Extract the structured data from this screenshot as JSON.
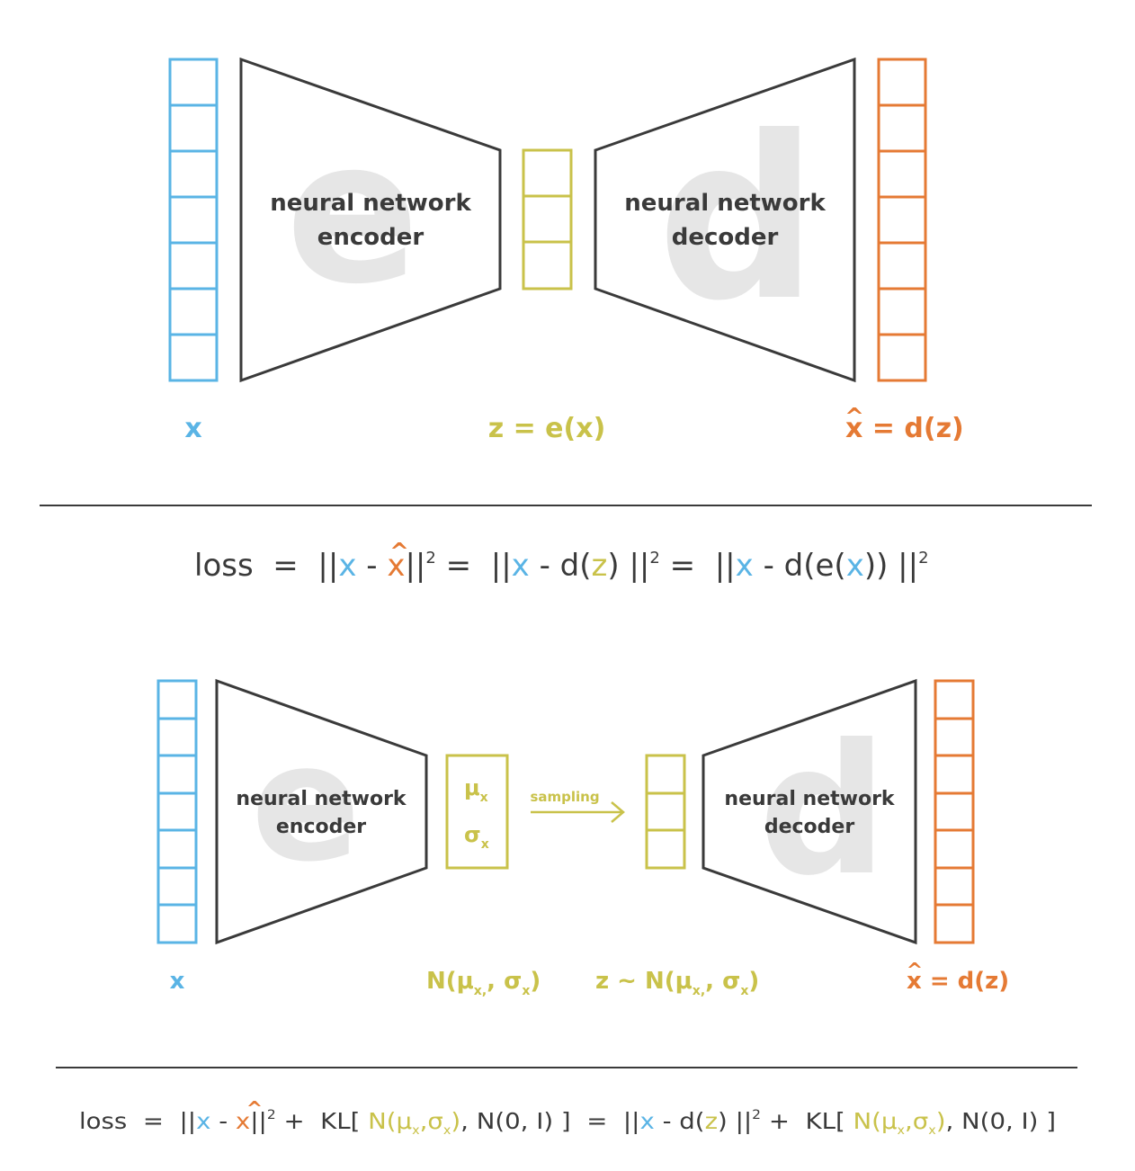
{
  "colors": {
    "input": "#5ab4e5",
    "latent": "#c9c24a",
    "output": "#e57a34",
    "dark": "#3a3a3a",
    "watermark": "#e6e6e6"
  },
  "top": {
    "encoder": {
      "line1": "neural network",
      "line2": "encoder",
      "watermark": "e"
    },
    "decoder": {
      "line1": "neural network",
      "line2": "decoder",
      "watermark": "d"
    },
    "label_x": "x",
    "label_z": "z = e(x)",
    "label_xhat": "x",
    "label_xhat_rhs": " = d(z)",
    "hat": "^",
    "input_cells": 7,
    "latent_cells": 3,
    "output_cells": 7
  },
  "loss1": {
    "t1": "loss  =  ||",
    "x1": "x",
    "t2": " - ",
    "xhat": "x",
    "t3": "||",
    "sq": "2",
    "t4": " =  ||",
    "x2": "x",
    "t5": " - d(",
    "z": "z",
    "t6": ") ||",
    "t7": " =  ||",
    "x3": "x",
    "t8": " - d(e(",
    "x4": "x",
    "t9": ")) ||"
  },
  "bottom": {
    "encoder": {
      "line1": "neural network",
      "line2": "encoder",
      "watermark": "e"
    },
    "decoder": {
      "line1": "neural network",
      "line2": "decoder",
      "watermark": "d"
    },
    "mu": "μ",
    "sigma": "σ",
    "sub_x": "x",
    "sampling": "sampling",
    "label_x": "x",
    "label_N": "N(μ",
    "label_N_mid": ", σ",
    "label_N_end": ")",
    "label_z": "z ~ N(μ",
    "label_z_mid": ", σ",
    "label_z_end": ")",
    "comma": ",",
    "label_xhat": "x",
    "label_xhat_rhs": " = d(z)",
    "hat": "^",
    "input_cells": 7,
    "latent_cells": 3,
    "output_cells": 7
  },
  "loss2": {
    "t1": "loss  =  ||",
    "x1": "x",
    "t2": " - ",
    "xhat": "x",
    "t3": "||",
    "sq": "2",
    "t4": " +  KL[ ",
    "n1": "N(μ",
    "n1b": ",σ",
    "n1c": ")",
    "t5": ", N(0, I) ]  =  ||",
    "x2": "x",
    "t6": " - d(",
    "z": "z",
    "t7": ") ||",
    "t8": " +  KL[ ",
    "n2": "N(μ",
    "n2b": ",σ",
    "n2c": ")",
    "t9": ", N(0, I) ]"
  }
}
